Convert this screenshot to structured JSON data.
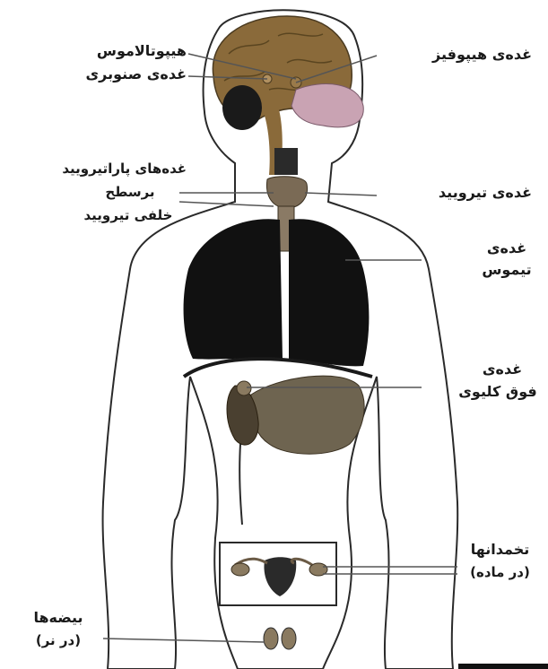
{
  "labels": {
    "hypothalamus": "هیپوتالاموس",
    "pineal": "غده‌ی صنوبری",
    "pituitary": "غده‌ی هیپوفیز",
    "parathyroid_1": "غده‌های پاراتیرویید",
    "parathyroid_2": "برسطح",
    "parathyroid_3": "خلفی تیرویید",
    "thyroid": "غده‌ی تیرویید",
    "thymus_1": "غده‌ی",
    "thymus_2": "تیموس",
    "adrenal_1": "غده‌ی",
    "adrenal_2": "فوق کلیوی",
    "ovaries_1": "تخمدانها",
    "ovaries_2": "(در ماده)",
    "testes_1": "بیضه‌ها",
    "testes_2": "(در نر)"
  },
  "colors": {
    "outline": "#2a2a2a",
    "body_fill": "#ffffff",
    "brain": "#8a6a3a",
    "gland": "#7a6a55",
    "lung": "#111111",
    "stomach": "#6e6450",
    "face_pink": "#c9a3b3",
    "leader": "#555555"
  }
}
